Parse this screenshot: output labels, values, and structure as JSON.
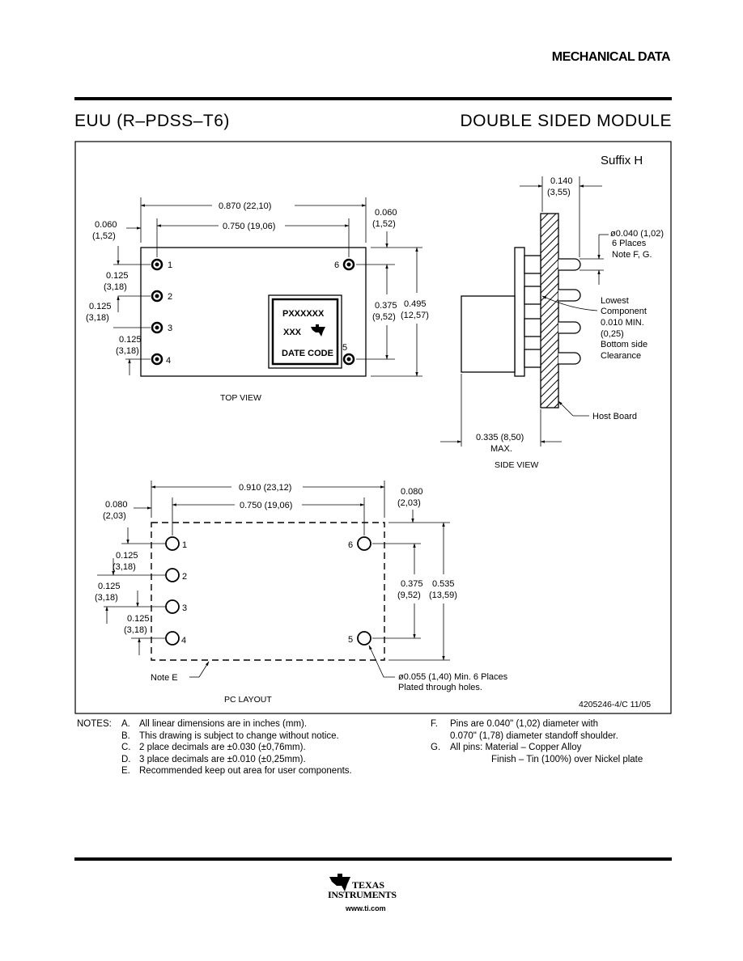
{
  "header": {
    "section_title": "MECHANICAL DATA"
  },
  "package": {
    "code": "EUU (R–PDSS–T6)",
    "description": "DOUBLE SIDED MODULE"
  },
  "drawing": {
    "suffix": "Suffix H",
    "doc_number": "4205246-4/C 11/05",
    "top_view": {
      "label": "TOP VIEW",
      "dim_overall_width": "0.870 (22,10)",
      "dim_pin_span": "0.750 (19,06)",
      "dim_left_in": "0.060",
      "dim_left_mm": "(1,52)",
      "dim_right_in": "0.060",
      "dim_right_mm": "(1,52)",
      "dim_pitch_in": "0.125",
      "dim_pitch_mm": "(3,18)",
      "dim_pin_height_in": "0.375",
      "dim_pin_height_mm": "(9,52)",
      "dim_height_in": "0.495",
      "dim_height_mm": "(12,57)",
      "pins": [
        "1",
        "2",
        "3",
        "4",
        "5",
        "6"
      ],
      "marking": {
        "line1": "PXXXXXX",
        "line2": "XXX",
        "line3": "DATE CODE"
      }
    },
    "side_view": {
      "label": "SIDE VIEW",
      "dim_top_in": "0.140",
      "dim_top_mm": "(3,55)",
      "dim_pin_dia": "ø0.040 (1,02)",
      "pin_places": "6 Places",
      "pin_note": "Note F, G.",
      "lowest": [
        "Lowest",
        "Component",
        "0.010 MIN.",
        "(0,25)",
        "Bottom side",
        "Clearance"
      ],
      "host_board": "Host Board",
      "dim_depth": "0.335 (8,50)",
      "dim_depth_max": "MAX."
    },
    "pc_layout": {
      "label": "PC LAYOUT",
      "dim_overall_width": "0.910 (23,12)",
      "dim_pin_span": "0.750 (19,06)",
      "dim_left_in": "0.080",
      "dim_left_mm": "(2,03)",
      "dim_right_in": "0.080",
      "dim_right_mm": "(2,03)",
      "dim_pitch_in": "0.125",
      "dim_pitch_mm": "(3,18)",
      "dim_pin_height_in": "0.375",
      "dim_pin_height_mm": "(9,52)",
      "dim_height_in": "0.535",
      "dim_height_mm": "(13,59)",
      "note_e": "Note E",
      "hole_note": "ø0.055 (1,40) Min. 6 Places",
      "hole_note2": "Plated through holes.",
      "pins": [
        "1",
        "2",
        "3",
        "4",
        "5",
        "6"
      ]
    }
  },
  "notes": {
    "heading": "NOTES:",
    "left": [
      {
        "letter": "A.",
        "text": "All linear dimensions are in inches (mm)."
      },
      {
        "letter": "B.",
        "text": "This drawing is subject to change without notice."
      },
      {
        "letter": "C.",
        "text": "2 place decimals are ±0.030 (±0,76mm)."
      },
      {
        "letter": "D.",
        "text": "3 place decimals are ±0.010 (±0,25mm)."
      },
      {
        "letter": "E.",
        "text": "Recommended keep out area for user components."
      }
    ],
    "right": [
      {
        "letter": "F.",
        "text": "Pins  are 0.040\" (1,02) diameter with"
      },
      {
        "letter": "",
        "text": "0.070\" (1,78) diameter standoff shoulder."
      },
      {
        "letter": "G.",
        "text": "All pins: Material – Copper Alloy"
      },
      {
        "letter": "",
        "text": "Finish – Tin (100%) over Nickel plate"
      }
    ]
  },
  "footer": {
    "logo_line1": "TEXAS",
    "logo_line2": "INSTRUMENTS",
    "url": "www.ti.com"
  }
}
